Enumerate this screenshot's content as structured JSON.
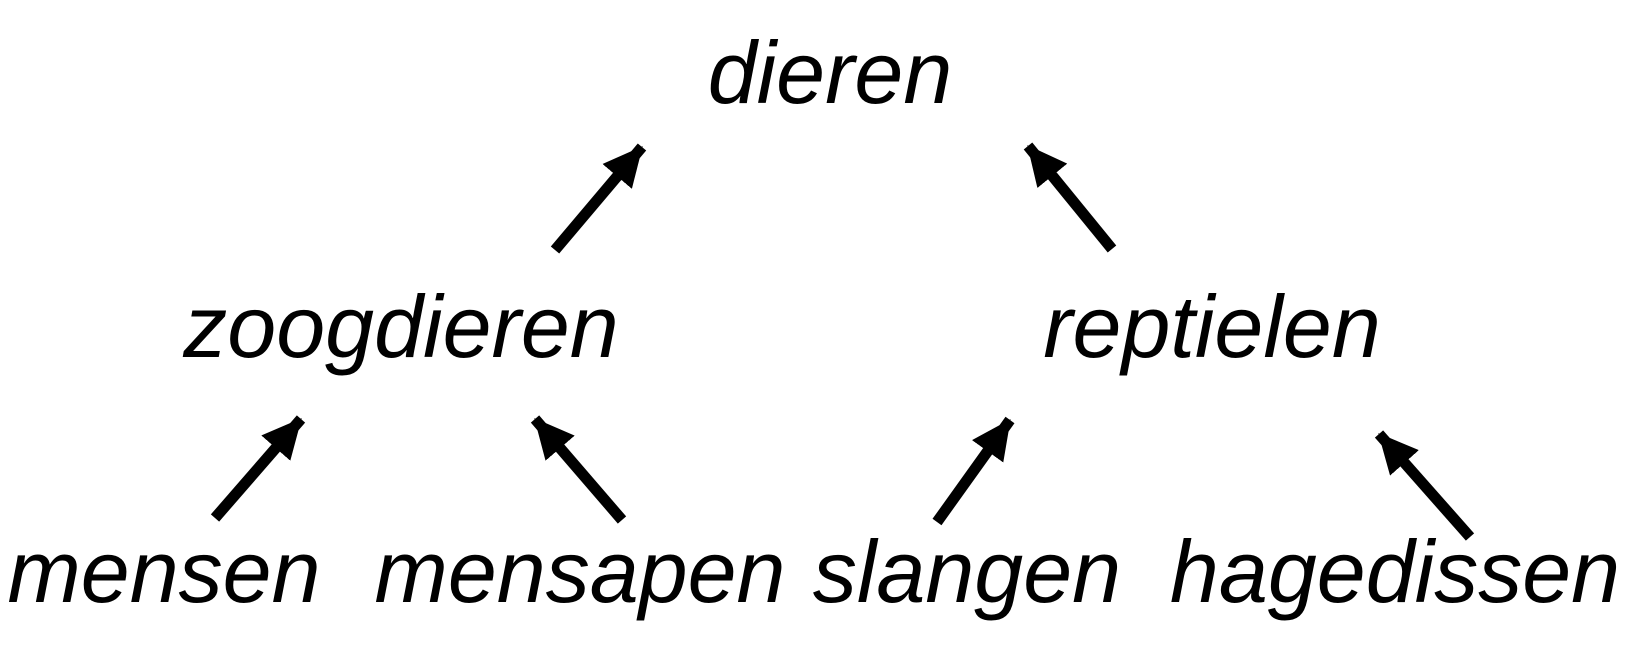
{
  "diagram": {
    "kind": "hierarchy-tree",
    "language": "Dutch",
    "colors": {
      "background": "#ffffff",
      "text": "#000000",
      "arrow": "#000000"
    },
    "nodes": {
      "dieren": {
        "label": "dieren",
        "level": "root"
      },
      "zoogdieren": {
        "label": "zoogdieren",
        "level": "middle"
      },
      "reptielen": {
        "label": "reptielen",
        "level": "middle"
      },
      "mensen": {
        "label": "mensen",
        "level": "leaf"
      },
      "mensapen": {
        "label": "mensapen",
        "level": "leaf"
      },
      "slangen": {
        "label": "slangen",
        "level": "leaf"
      },
      "hagedissen": {
        "label": "hagedissen",
        "level": "leaf"
      }
    },
    "edges": [
      {
        "from": "zoogdieren",
        "to": "dieren"
      },
      {
        "from": "reptielen",
        "to": "dieren"
      },
      {
        "from": "mensen",
        "to": "zoogdieren"
      },
      {
        "from": "mensapen",
        "to": "zoogdieren"
      },
      {
        "from": "slangen",
        "to": "reptielen"
      },
      {
        "from": "hagedissen",
        "to": "reptielen"
      }
    ]
  }
}
